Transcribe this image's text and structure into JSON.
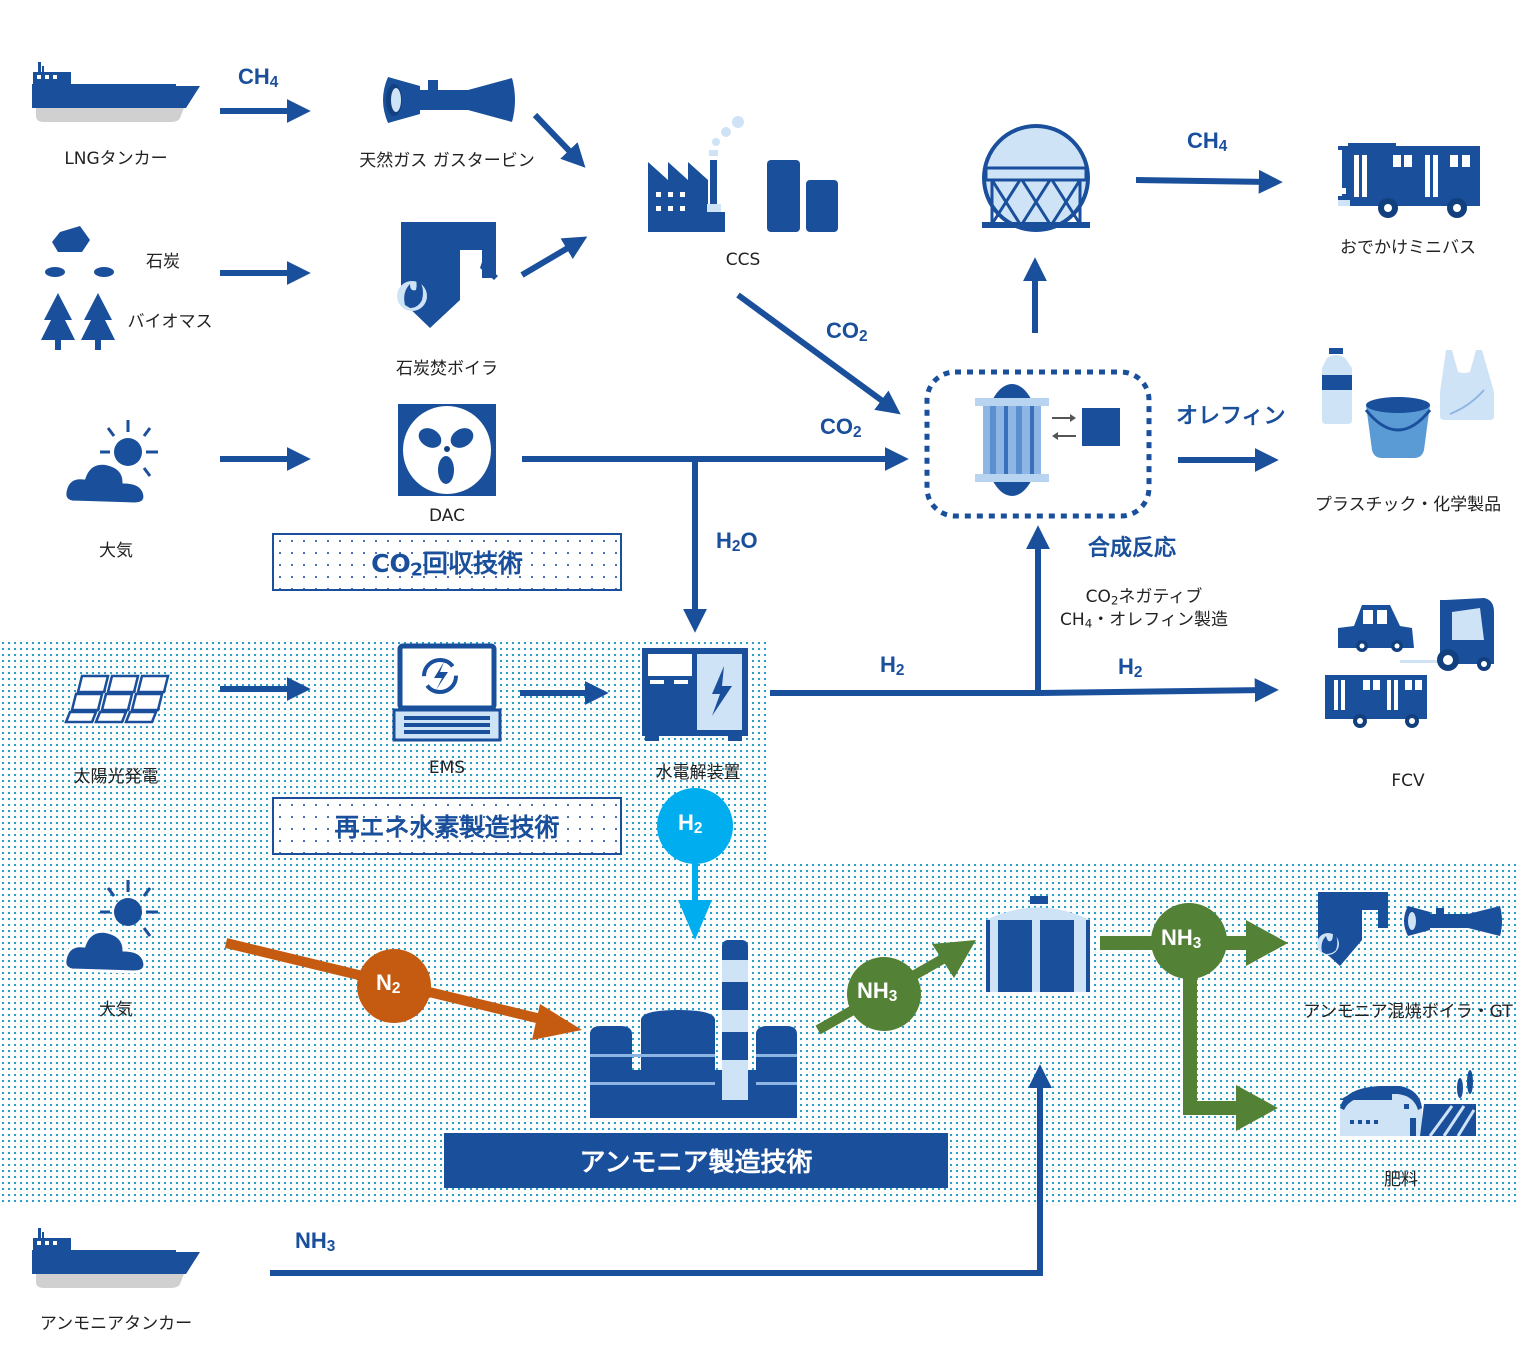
{
  "colors": {
    "primary_blue": "#1a4f9c",
    "light_blue": "#cfe3f7",
    "mid_blue": "#5b9bd5",
    "cyan": "#00aeef",
    "orange": "#c55a11",
    "green": "#538135",
    "dot_pattern": "#2aa0c8"
  },
  "sources": {
    "lng_tanker": "LNGタンカー",
    "coal": "石炭",
    "biomass": "バイオマス",
    "atmosphere_1": "大気",
    "solar": "太陽光発電",
    "atmosphere_2": "大気",
    "ammonia_tanker": "アンモニアタンカー"
  },
  "equipment": {
    "gas_turbine": "天然ガス ガスタービン",
    "coal_boiler": "石炭焚ボイラ",
    "dac": "DAC",
    "ccs": "CCS",
    "ems": "EMS",
    "electrolyzer": "水電解装置"
  },
  "flows": {
    "ch4_1": {
      "main": "CH",
      "sub": "4"
    },
    "co2_ccs": {
      "main": "CO",
      "sub": "2"
    },
    "co2_dac": {
      "main": "CO",
      "sub": "2"
    },
    "h2o": {
      "main": "H",
      "sub": "2",
      "tail": "O"
    },
    "h2_1": {
      "main": "H",
      "sub": "2"
    },
    "h2_2": {
      "main": "H",
      "sub": "2"
    },
    "ch4_2": {
      "main": "CH",
      "sub": "4"
    },
    "olefin": "オレフィン",
    "h2_circle": {
      "main": "H",
      "sub": "2"
    },
    "n2_circle": {
      "main": "N",
      "sub": "2"
    },
    "nh3_circle_1": {
      "main": "NH",
      "sub": "3"
    },
    "nh3_circle_2": {
      "main": "NH",
      "sub": "3"
    },
    "nh3_tanker": {
      "main": "NH",
      "sub": "3"
    }
  },
  "synthesis": {
    "title": "合成反応",
    "desc_line1_main": "CO",
    "desc_line1_sub": "2",
    "desc_line1_tail": "ネガティブ",
    "desc_line2_main": "CH",
    "desc_line2_sub": "4",
    "desc_line2_tail": "・オレフィン製造"
  },
  "tech_boxes": {
    "co2_capture_main": "CO",
    "co2_capture_sub": "2",
    "co2_capture_tail": "回収技術",
    "renewable_h2": "再エネ水素製造技術",
    "ammonia": "アンモニア製造技術"
  },
  "outputs": {
    "minibus": "おでかけミニバス",
    "plastics": "プラスチック・化学製品",
    "fcv": "FCV",
    "ammonia_cofiring": "アンモニア混焼ボイラ・GT",
    "fertilizer": "肥料"
  }
}
